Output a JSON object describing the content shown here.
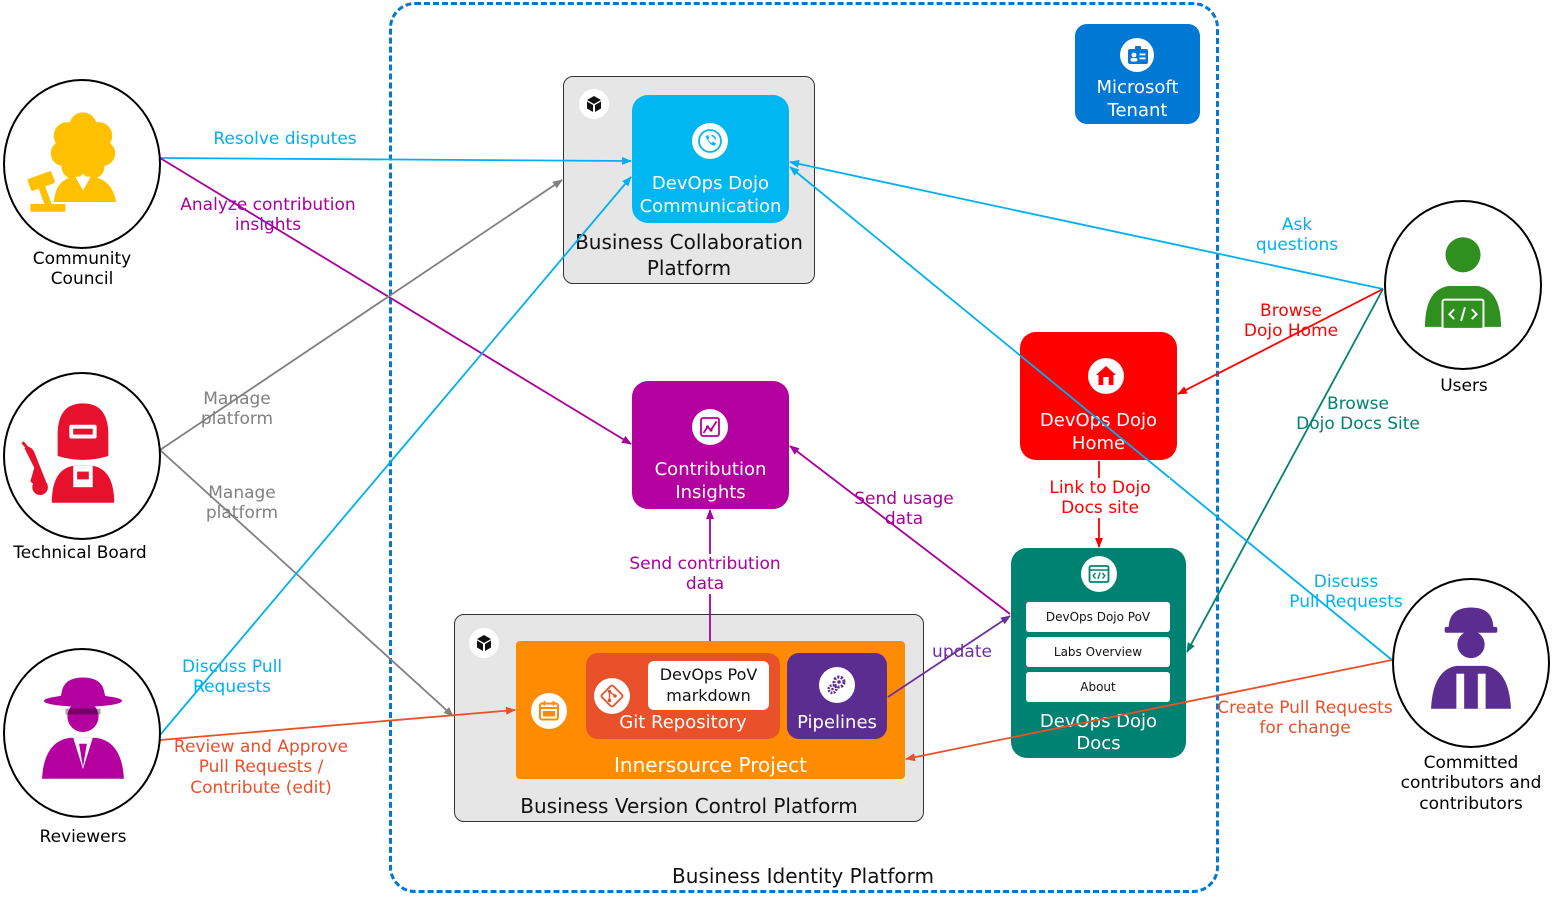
{
  "colors": {
    "cyan": "#00b0f0",
    "purple": "#a8009c",
    "grey": "#808080",
    "orange_red": "#e8512a",
    "red": "#ff0000",
    "teal": "#008272",
    "violet": "#6b2fa0",
    "orange": "#ff8c00",
    "blue": "#0078d4",
    "yellow": "#ffc000",
    "magenta": "#b4009e",
    "green": "#2f8f1f",
    "indigo": "#5c2d91"
  },
  "identity_platform": {
    "label": "Business Identity Platform"
  },
  "tenant": {
    "label_line1": "Microsoft",
    "label_line2": "Tenant",
    "icon": "id-card-icon"
  },
  "actors": {
    "community_council": {
      "line1": "Community",
      "line2": "Council",
      "icon": "judge-icon"
    },
    "technical_board": {
      "label": "Technical Board",
      "icon": "welder-icon"
    },
    "reviewers": {
      "label": "Reviewers",
      "icon": "detective-icon"
    },
    "users": {
      "label": "Users",
      "icon": "developer-icon"
    },
    "contributors": {
      "line1": "Committed",
      "line2": "contributors and",
      "line3": "contributors",
      "icon": "construction-worker-icon"
    }
  },
  "collab_platform": {
    "title_line1": "Business Collaboration",
    "title_line2": "Platform",
    "communication": {
      "line1": "DevOps Dojo",
      "line2": "Communication",
      "icon": "phone-icon"
    }
  },
  "insights": {
    "line1": "Contribution",
    "line2": "Insights",
    "icon": "chart-icon"
  },
  "home": {
    "line1": "DevOps Dojo",
    "line2": "Home",
    "icon": "house-icon"
  },
  "docs": {
    "line1": "DevOps Dojo",
    "line2": "Docs",
    "icon": "code-window-icon",
    "items": [
      "DevOps Dojo PoV",
      "Labs Overview",
      "About"
    ]
  },
  "vc_platform": {
    "title": "Business Version Control Platform",
    "project": {
      "title": "Innersource Project",
      "icon": "calendar-icon"
    },
    "git": {
      "title": "Git Repository",
      "doc_line1": "DevOps PoV",
      "doc_line2": "markdown",
      "icon": "git-icon"
    },
    "pipelines": {
      "title": "Pipelines",
      "icon": "gears-icon"
    }
  },
  "edges": {
    "resolve_disputes": "Resolve disputes",
    "analyze_line1": "Analyze contribution",
    "analyze_line2": "insights",
    "manage1_line1": "Manage",
    "manage1_line2": "platform",
    "manage2_line1": "Manage",
    "manage2_line2": "platform",
    "discuss_reviewers_line1": "Discuss Pull",
    "discuss_reviewers_line2": "Requests",
    "review_line1": "Review and Approve",
    "review_line2": "Pull Requests /",
    "review_line3": "Contribute (edit)",
    "ask_line1": "Ask",
    "ask_line2": "questions",
    "browse_home_line1": "Browse",
    "browse_home_line2": "Dojo Home",
    "browse_docs_line1": "Browse",
    "browse_docs_line2": "Dojo Docs Site",
    "discuss_contrib_line1": "Discuss",
    "discuss_contrib_line2": "Pull Requests",
    "create_pr_line1": "Create Pull Requests",
    "create_pr_line2": "for change",
    "link_docs_line1": "Link to Dojo",
    "link_docs_line2": "Docs site",
    "send_usage_line1": "Send usage",
    "send_usage_line2": "data",
    "send_contrib_line1": "Send contribution",
    "send_contrib_line2": "data",
    "update": "update"
  }
}
